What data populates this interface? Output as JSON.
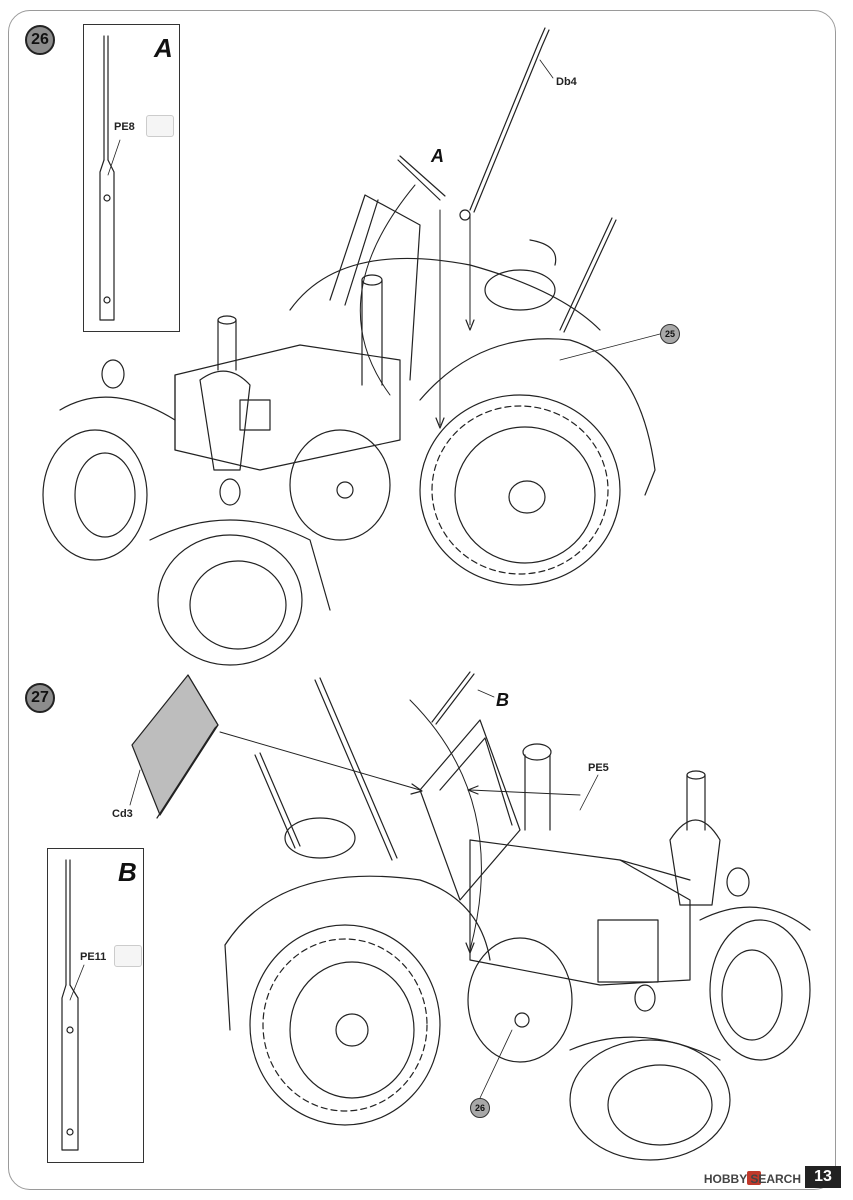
{
  "steps": [
    {
      "number": "26",
      "detail_letter": "A",
      "detail_part": "PE8",
      "parts": [
        "Db4"
      ],
      "detail_marker": "A",
      "callout": "25"
    },
    {
      "number": "27",
      "detail_letter": "B",
      "detail_part": "PE11",
      "parts": [
        "Cd3",
        "PE5"
      ],
      "detail_marker": "B",
      "callout": "26"
    }
  ],
  "watermark": {
    "icon": "hobby-search-logo-icon",
    "text": "HOBBY SEARCH"
  },
  "page_number": "13"
}
